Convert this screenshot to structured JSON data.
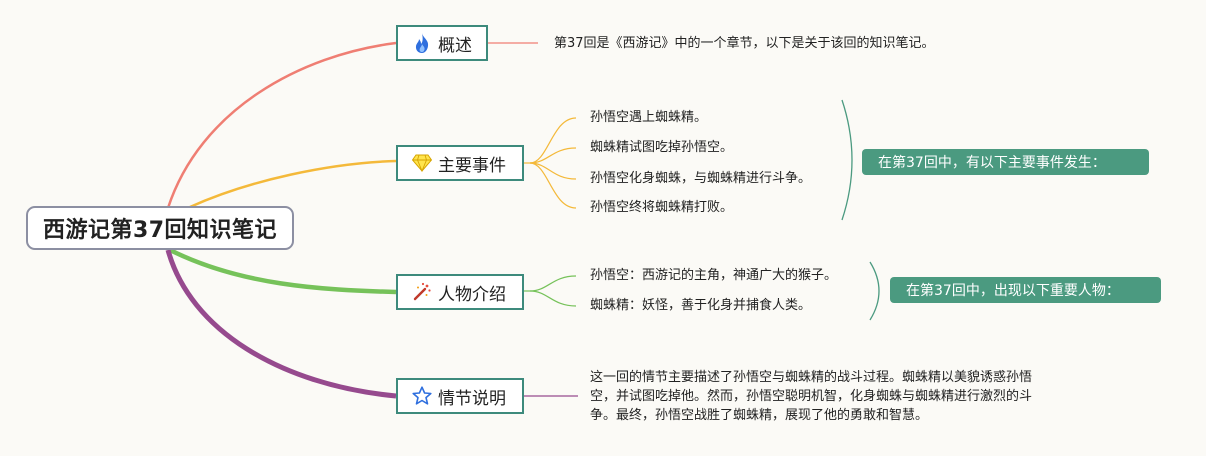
{
  "root": {
    "title": "西游记第37回知识笔记"
  },
  "branches": [
    {
      "id": "overview",
      "label": "概述",
      "icon": "flame-icon",
      "color": "#ef7e73",
      "notes": [
        "第37回是《西游记》中的一个章节，以下是关于该回的知识笔记。"
      ]
    },
    {
      "id": "events",
      "label": "主要事件",
      "icon": "diamond-icon",
      "color": "#f4b93a",
      "notes": [
        "孙悟空遇上蜘蛛精。",
        "蜘蛛精试图吃掉孙悟空。",
        "孙悟空化身蜘蛛，与蜘蛛精进行斗争。",
        "孙悟空终将蜘蛛精打败。"
      ],
      "summary": "在第37回中，有以下主要事件发生："
    },
    {
      "id": "characters",
      "label": "人物介绍",
      "icon": "magic-wand-icon",
      "color": "#76c25a",
      "notes": [
        "孙悟空：西游记的主角，神通广大的猴子。",
        "蜘蛛精：妖怪，善于化身并捕食人类。"
      ],
      "summary": "在第37回中，出现以下重要人物："
    },
    {
      "id": "plot",
      "label": "情节说明",
      "icon": "star-icon",
      "color": "#964a8e",
      "notes": [
        "这一回的情节主要描述了孙悟空与蜘蛛精的战斗过程。蜘蛛精以美貌诱惑孙悟",
        "空，并试图吃掉他。然而，孙悟空聪明机智，化身蜘蛛与蜘蛛精进行激烈的斗",
        "争。最终，孙悟空战胜了蜘蛛精，展现了他的勇敢和智慧。"
      ]
    }
  ],
  "colors": {
    "topic_border": "#3d8a7c",
    "summary_bg": "#4b9a80",
    "root_border": "#8c8fa2",
    "background": "#fbfaf6"
  }
}
